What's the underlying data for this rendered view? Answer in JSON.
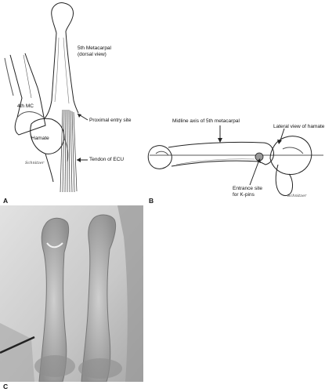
{
  "panel_a": {
    "letter": "A",
    "labels": {
      "fifth_mc": "5th Metacarpal\n(dorsal view)",
      "fourth_mc": "4th MC",
      "hamate": "Hamate",
      "proximal_entry": "Proximal entry site",
      "tendon": "Tendon of ECU"
    },
    "signature": "Schnitzer"
  },
  "panel_b": {
    "letter": "B",
    "labels": {
      "midline_axis": "Midline axis of 5th metacarpal",
      "lateral_hamate": "Lateral view of hamate",
      "entrance_site": "Entrance site\nfor K-pins"
    },
    "signature": "Schnitzer"
  },
  "panel_c": {
    "letter": "C"
  }
}
